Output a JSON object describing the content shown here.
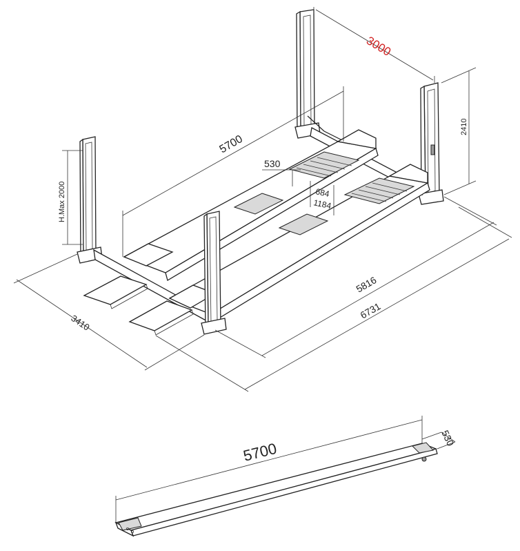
{
  "lift_drawing": {
    "dim_width_between_posts": "3000",
    "dim_runway_length": "5700",
    "dim_post_height": "2410",
    "dim_lift_height": "H.Max 2000",
    "dim_runway_width": "530",
    "dim_inner_gap": "684",
    "dim_track_span": "1184",
    "dim_inner_length": "5816",
    "dim_overall_length": "6731",
    "dim_overall_width": "3410"
  },
  "runway_drawing": {
    "dim_length": "5700",
    "dim_width": "530"
  },
  "colors": {
    "accent_dimension": "#d22222",
    "line": "#222222"
  }
}
